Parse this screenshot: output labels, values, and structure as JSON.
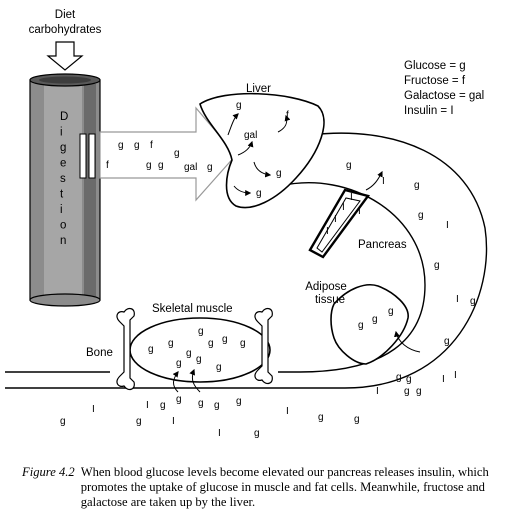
{
  "labels": {
    "diet": [
      "Diet",
      "carbohydrates"
    ],
    "digestion": [
      "D",
      "i",
      "g",
      "e",
      "s",
      "t",
      "i",
      "o",
      "n"
    ],
    "liver": "Liver",
    "pancreas": "Pancreas",
    "adipose": [
      "Adipose",
      "tissue"
    ],
    "skeletal_muscle": "Skeletal muscle",
    "bone": "Bone"
  },
  "legend": [
    "Glucose = g",
    "Fructose = f",
    "Galactose = gal",
    "Insulin = I"
  ],
  "molecules": {
    "absorbed": [
      "f",
      "g",
      "g",
      "g",
      "f",
      "g",
      "g",
      "gal",
      "g"
    ],
    "liver": [
      "g",
      "gal",
      "f",
      "g",
      "g"
    ],
    "blood": [
      "g",
      "I",
      "g",
      "g",
      "I",
      "g",
      "I",
      "g",
      "g",
      "I",
      "g",
      "g",
      "I",
      "g",
      "g",
      "I",
      "g",
      "I",
      "g",
      "g",
      "I",
      "g",
      "I",
      "g",
      "g",
      "g",
      "I",
      "g",
      "I"
    ],
    "pancreas": [
      "I",
      "I",
      "I",
      "I",
      "I"
    ],
    "adipose": [
      "g",
      "g",
      "g"
    ],
    "muscle": [
      "g",
      "g",
      "g",
      "g",
      "g",
      "g",
      "g",
      "g",
      "g",
      "g"
    ],
    "muscle_entry": [
      "g",
      "g"
    ]
  },
  "caption": {
    "figure": "Figure 4.2",
    "text": "When blood glucose levels become elevated our pancreas releases insulin, which promotes the uptake of glucose in muscle and fat cells. Meanwhile, fructose and galactose are taken up by the liver."
  }
}
